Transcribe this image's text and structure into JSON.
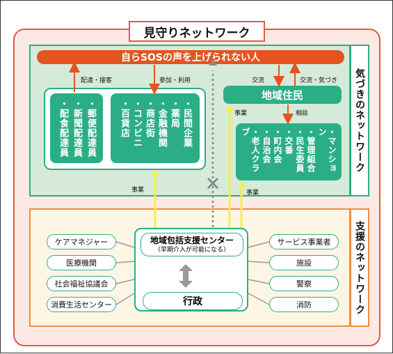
{
  "title": "見守りネットワーク",
  "upper_network": {
    "side_label": "気づきのネットワーク",
    "banner": "自らSOSの声を上げられない人",
    "labels": {
      "delivery": "配達・接客",
      "participation": "参加・利用",
      "exchange": "交流",
      "exchange_notice": "交流・気づき",
      "business_left": "事業",
      "business_center": "事業",
      "business_right": "事業",
      "consult": "相談"
    },
    "group_left": [
      "・郵便配達員",
      "・新聞配達員",
      "・配食配達員"
    ],
    "group_mid": [
      "・民間企業",
      "・薬局",
      "・金融機関",
      "・商店街",
      "・コンビニ",
      "・百貨店"
    ],
    "community": "地域住民",
    "group_right": [
      "・老人クラブ",
      "・自治会",
      "・町内会",
      "・交番",
      "・民生委員",
      "・管理組合",
      "・マンション"
    ]
  },
  "lower_network": {
    "side_label": "支援のネットワーク",
    "left_items": [
      "ケアマネジャー",
      "医療機関",
      "社会福祉協議会",
      "消費生活センター"
    ],
    "right_items": [
      "サービス事業者",
      "施設",
      "警察",
      "消防"
    ],
    "center_title": "地域包括支援センター",
    "center_sub": "（早期介入が可能になる）",
    "gyosei": "行政"
  },
  "colors": {
    "red": "#e4541e",
    "frame_red": "#e15a46",
    "green": "#2bae85",
    "green_bg": "#d6ead9",
    "orange": "#f08c3a",
    "yellow": "#f5ef4a",
    "pink_bg": "#fde9e4"
  }
}
